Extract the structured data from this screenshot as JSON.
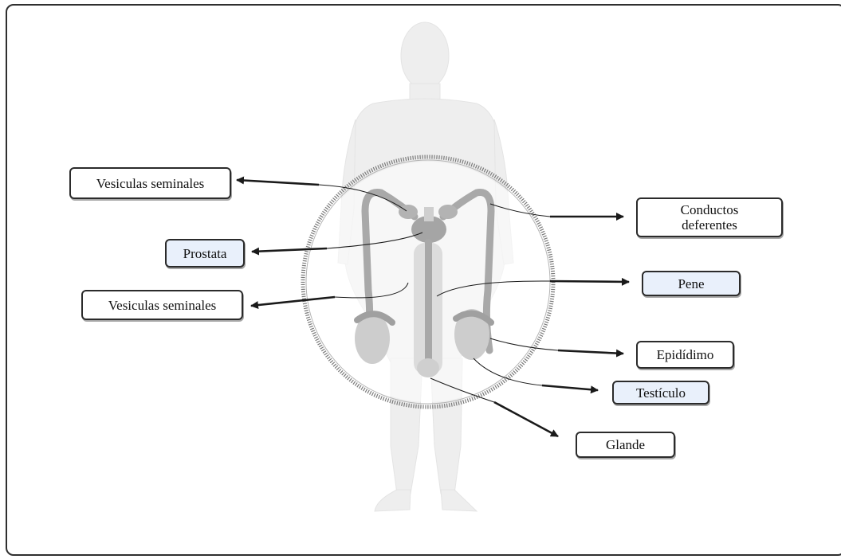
{
  "labels": {
    "vesiculas_top": "Vesiculas seminales",
    "prostata": "Prostata",
    "vesiculas_bottom": "Vesiculas seminales",
    "conductos": "Conductos\ndeferentes",
    "pene": "Pene",
    "epididimo": "Epidídimo",
    "testiculo": "Testículo",
    "glande": "Glande"
  },
  "colors": {
    "frame": "#2f2f2f",
    "label_border": "#2b2b2b",
    "label_highlight": "#e9f0fb",
    "body_silhouette": "#eeeeee",
    "organ_gray": "#bcbcbc",
    "arrow": "#1a1a1a"
  }
}
